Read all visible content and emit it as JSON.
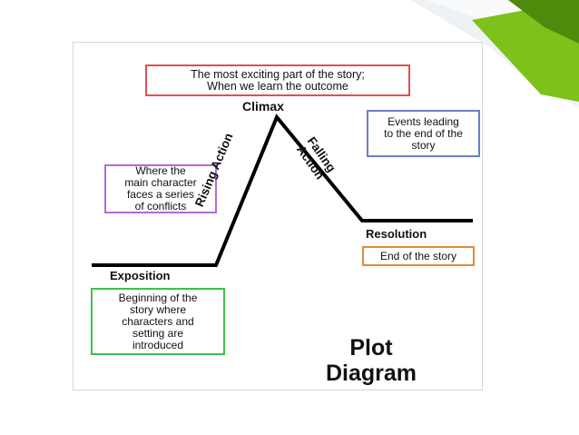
{
  "diagram": {
    "title": "Plot\nDiagram",
    "labels": {
      "climax": "Climax",
      "rising_action": "Rising Action",
      "falling_action": "Falling\nAction",
      "resolution": "Resolution",
      "exposition": "Exposition"
    },
    "notes": {
      "climax": "The most exciting part of the story;\nWhen we learn the outcome",
      "falling_action": "Events leading\nto the end of the\nstory",
      "rising_action": "Where the\nmain character\nfaces a series\nof conflicts",
      "resolution": "End of the story",
      "exposition": "Beginning of the\nstory where\ncharacters and\nsetting are\nintroduced"
    },
    "note_colors": {
      "climax": "#e05050",
      "falling_action": "#6a7fd0",
      "rising_action": "#b469d8",
      "resolution": "#e08a3a",
      "exposition": "#3bc24a"
    }
  },
  "decoration": {
    "accent_green": "#7cc21a",
    "accent_dark_green": "#4e8a0c",
    "page_curl": "#e9eef2"
  }
}
